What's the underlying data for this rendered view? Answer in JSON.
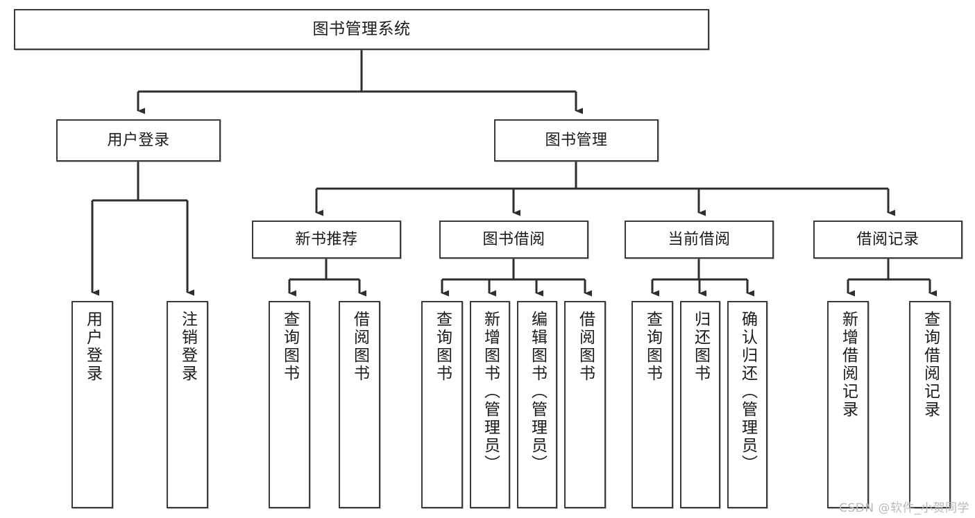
{
  "diagram": {
    "title": "图书管理系统",
    "watermark": "CSDN @软件_小贺同学",
    "colors": {
      "stroke": "#3a3a3a",
      "background": "#ffffff",
      "text": "#1a1a1a",
      "watermark": "#b9b9b9"
    },
    "nodes": {
      "root": {
        "label": "图书管理系统",
        "orientation": "horizontal"
      },
      "level2": [
        {
          "label": "用户登录",
          "orientation": "horizontal"
        },
        {
          "label": "图书管理",
          "orientation": "horizontal"
        }
      ],
      "level3": [
        {
          "label": "新书推荐",
          "orientation": "horizontal"
        },
        {
          "label": "图书借阅",
          "orientation": "horizontal"
        },
        {
          "label": "当前借阅",
          "orientation": "horizontal"
        },
        {
          "label": "借阅记录",
          "orientation": "horizontal"
        }
      ],
      "leaves": {
        "user_login": [
          {
            "label": "用户登录",
            "orientation": "vertical"
          },
          {
            "label": "注销登录",
            "orientation": "vertical"
          }
        ],
        "new_book_recommend": [
          {
            "label": "查询图书",
            "orientation": "vertical"
          },
          {
            "label": "借阅图书",
            "orientation": "vertical"
          }
        ],
        "book_borrow": [
          {
            "label": "查询图书",
            "orientation": "vertical"
          },
          {
            "label": "新增图书（管理员）",
            "orientation": "vertical"
          },
          {
            "label": "编辑图书（管理员）",
            "orientation": "vertical"
          },
          {
            "label": "借阅图书",
            "orientation": "vertical"
          }
        ],
        "current_borrow": [
          {
            "label": "查询图书",
            "orientation": "vertical"
          },
          {
            "label": "归还图书",
            "orientation": "vertical"
          },
          {
            "label": "确认归还（管理员）",
            "orientation": "vertical"
          }
        ],
        "borrow_record": [
          {
            "label": "新增借阅记录",
            "orientation": "vertical"
          },
          {
            "label": "查询借阅记录",
            "orientation": "vertical"
          }
        ]
      }
    }
  }
}
